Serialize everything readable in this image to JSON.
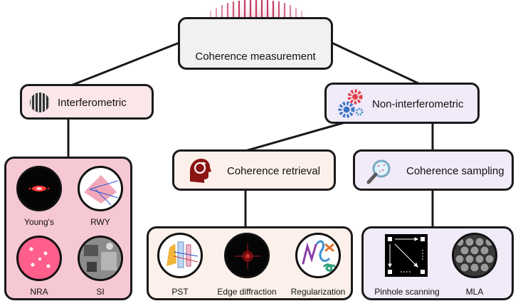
{
  "root": {
    "label": "Coherence measurement"
  },
  "interferometric": {
    "label": "Interferometric",
    "methods": [
      "Young's",
      "RWY",
      "NRA",
      "SI"
    ]
  },
  "non_interferometric": {
    "label": "Non-interferometric"
  },
  "retrieval": {
    "label": "Coherence retrieval",
    "methods": [
      "PST",
      "Edge diffraction",
      "Regularization"
    ]
  },
  "sampling": {
    "label": "Coherence sampling",
    "methods": [
      "Pinhole scanning",
      "MLA"
    ]
  },
  "colors": {
    "pink_panel": "#f6c8d4",
    "pink_header": "#fbe6ea",
    "peach_panel": "#fdf0ea",
    "lavender_panel": "#f1eaf8",
    "outline": "#1a1a1a"
  },
  "icons": [
    "wave-pattern-icon",
    "fringe-icon",
    "gears-icon",
    "head-refresh-icon",
    "magnifier-icon"
  ]
}
